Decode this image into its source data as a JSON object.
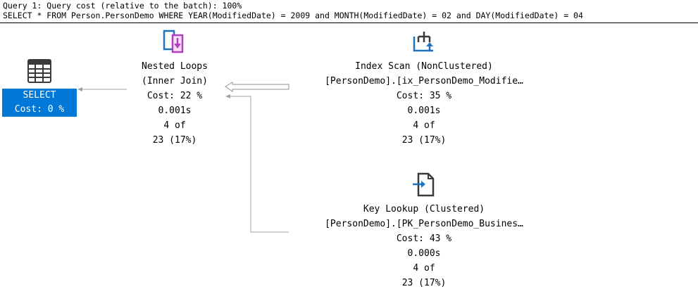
{
  "header": {
    "query_line": "Query 1: Query cost (relative to the batch): 100%",
    "sql_line": "SELECT * FROM Person.PersonDemo WHERE YEAR(ModifiedDate) = 2009 and MONTH(ModifiedDate) = 02 and DAY(ModifiedDate) = 04"
  },
  "nodes": {
    "select": {
      "icon": "result-grid-icon",
      "label": "SELECT",
      "cost": "Cost: 0 %"
    },
    "nested_loops": {
      "icon": "nested-loops-icon",
      "title": "Nested Loops",
      "subtitle": "(Inner Join)",
      "cost": "Cost: 22 %",
      "time": "0.001s",
      "rows": "4 of",
      "estimate": "23 (17%)"
    },
    "index_scan": {
      "icon": "index-scan-icon",
      "title": "Index Scan (NonClustered)",
      "object": "[PersonDemo].[ix_PersonDemo_Modifie…",
      "cost": "Cost: 35 %",
      "time": "0.001s",
      "rows": "4 of",
      "estimate": "23 (17%)"
    },
    "key_lookup": {
      "icon": "key-lookup-icon",
      "title": "Key Lookup (Clustered)",
      "object": "[PersonDemo].[PK_PersonDemo_Busines…",
      "cost": "Cost: 43 %",
      "time": "0.000s",
      "rows": "4 of",
      "estimate": "23 (17%)"
    }
  },
  "colors": {
    "selection": "#0078d7",
    "connector": "#a0a0a0",
    "icon_blue": "#1e73be",
    "icon_purple": "#b040c0"
  }
}
